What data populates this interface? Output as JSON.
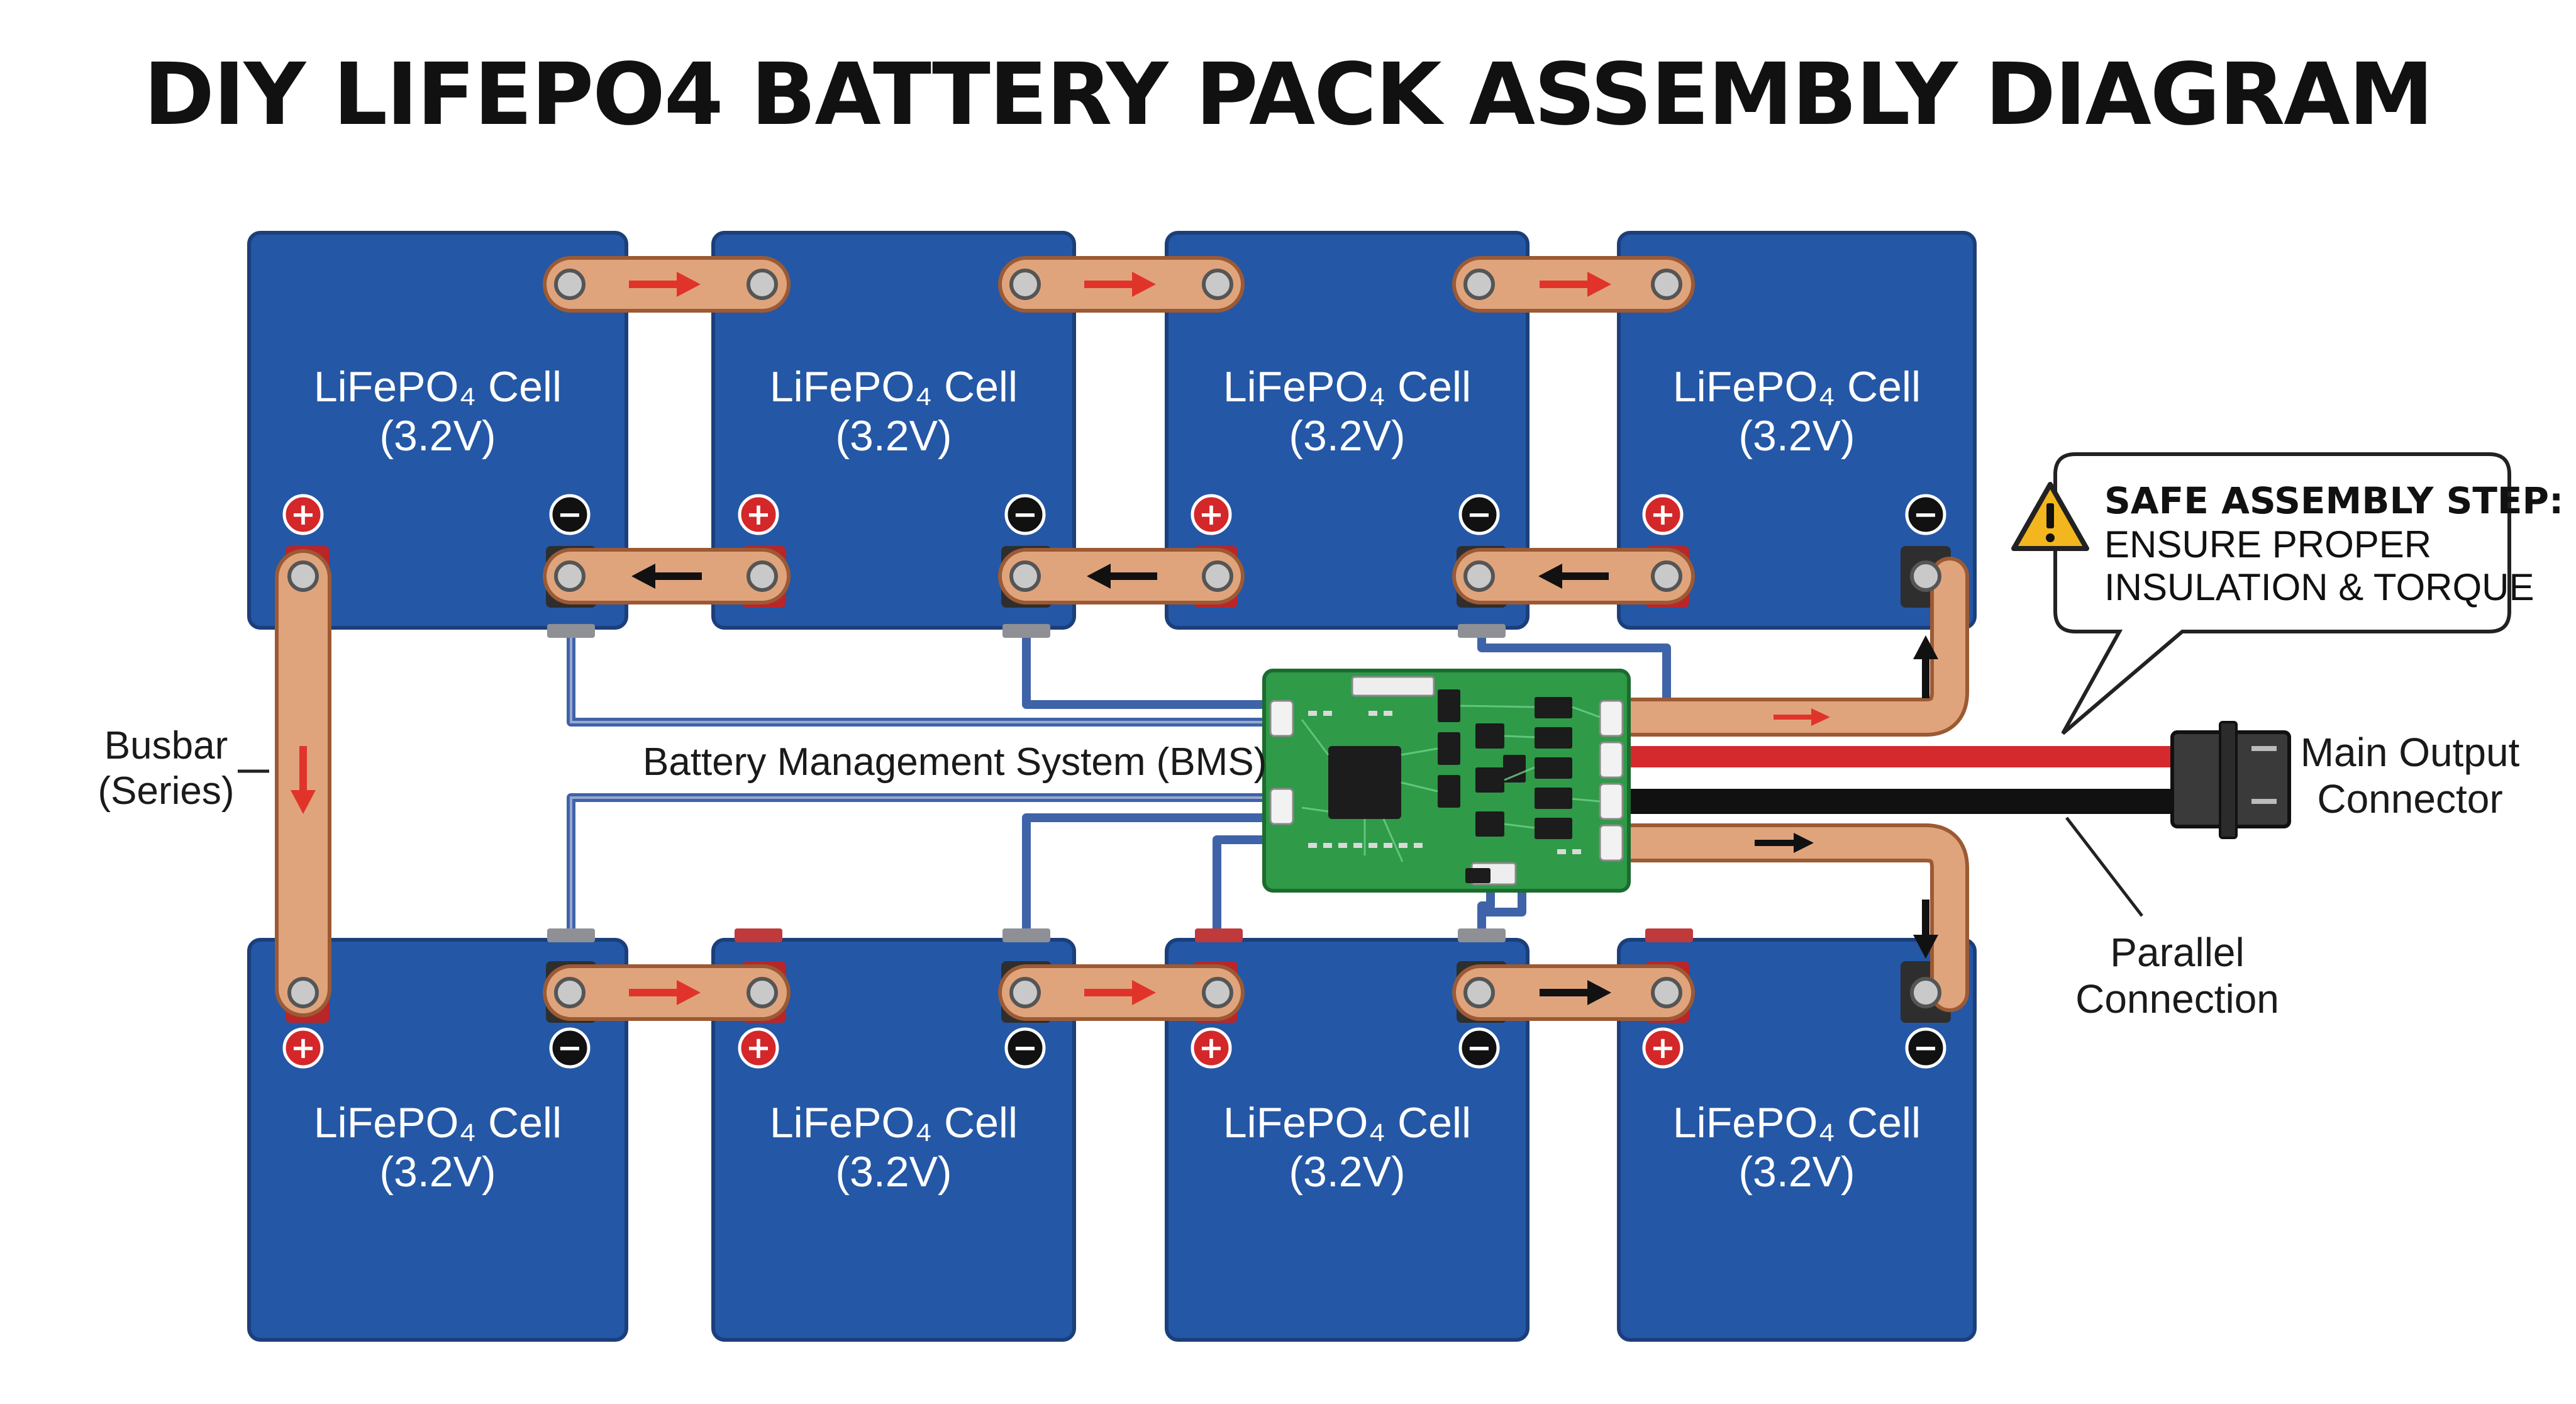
{
  "title": "DIY LIFEPO4 BATTERY PACK ASSEMBLY DIAGRAM",
  "cells": {
    "top": [
      {
        "name": "LiFePO₄ Cell",
        "voltage": "(3.2V)"
      },
      {
        "name": "LiFePO₄ Cell",
        "voltage": "(3.2V)"
      },
      {
        "name": "LiFePO₄ Cell",
        "voltage": "(3.2V)"
      },
      {
        "name": "LiFePO₄ Cell",
        "voltage": "(3.2V)"
      }
    ],
    "bottom": [
      {
        "name": "LiFePO₄ Cell",
        "voltage": "(3.2V)"
      },
      {
        "name": "LiFePO₄ Cell",
        "voltage": "(3.2V)"
      },
      {
        "name": "LiFePO₄ Cell",
        "voltage": "(3.2V)"
      },
      {
        "name": "LiFePO₄ Cell",
        "voltage": "(3.2V)"
      }
    ]
  },
  "terminals": {
    "positive": "+",
    "negative": "−"
  },
  "labels": {
    "busbar_line1": "Busbar",
    "busbar_line2": "(Series)",
    "bms": "Battery Management System (BMS)",
    "output_line1": "Main Output",
    "output_line2": "Connector",
    "parallel_line1": "Parallel",
    "parallel_line2": "Connection"
  },
  "callout": {
    "heading": "SAFE ASSEMBLY STEP:",
    "line1": "ENSURE PROPER",
    "line2": "INSULATION & TORQUE",
    "icon": "warning-icon"
  },
  "colors": {
    "cell": "#2457a6",
    "cell_border": "#1b3f7a",
    "busbar": "#e0a47d",
    "busbar_border": "#9c5a34",
    "positive": "#d4272a",
    "negative": "#111111",
    "pcb": "#2f9a48",
    "sense_wire": "#3f63a8",
    "red_arrow": "#e0342a"
  }
}
